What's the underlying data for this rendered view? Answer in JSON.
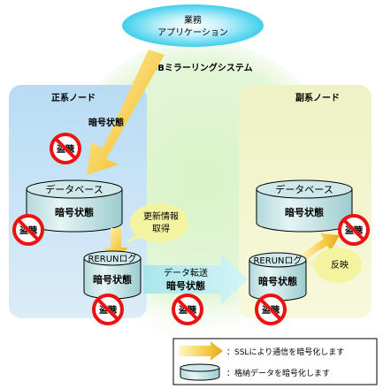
{
  "application": {
    "line1": "業務",
    "line2": "アプリケーション"
  },
  "system_label": "DBミラーリングシステム",
  "primary_node": {
    "title": "正系ノード",
    "encrypted_state": "暗号状態",
    "eavesdrop": "盗聴",
    "database": {
      "label": "データベース",
      "state": "暗号状態",
      "eavesdrop": "盗聴"
    },
    "rerun_log": {
      "label": "RERUNログ",
      "state": "暗号状態",
      "eavesdrop": "盗聴"
    },
    "update_info": {
      "line1": "更新情報",
      "line2": "取得"
    }
  },
  "secondary_node": {
    "title": "副系ノード",
    "database": {
      "label": "データベース",
      "state": "暗号状態",
      "eavesdrop": "盗聴"
    },
    "rerun_log": {
      "label": "RERUNログ",
      "state": "暗号状態",
      "eavesdrop": "盗聴"
    },
    "reflect": "反映"
  },
  "transfer": {
    "line1": "データ転送",
    "line2": "暗号状態",
    "eavesdrop": "盗聴"
  },
  "legend": {
    "ssl_desc": "：SSLにより通信を暗号化します",
    "storage_desc": "：格納データを暗号化します"
  },
  "colors": {
    "primary_bg": "#c8e4f4",
    "secondary_bg": "#f2f4c8",
    "system_glow": "#d4f0c4",
    "app_ellipse": "#4fd6ee",
    "ssl_arrow": "#f4c038",
    "cylinder": "#bfe0e2",
    "no_sign": "#ee1111",
    "bubble": "#f4f4a0"
  }
}
